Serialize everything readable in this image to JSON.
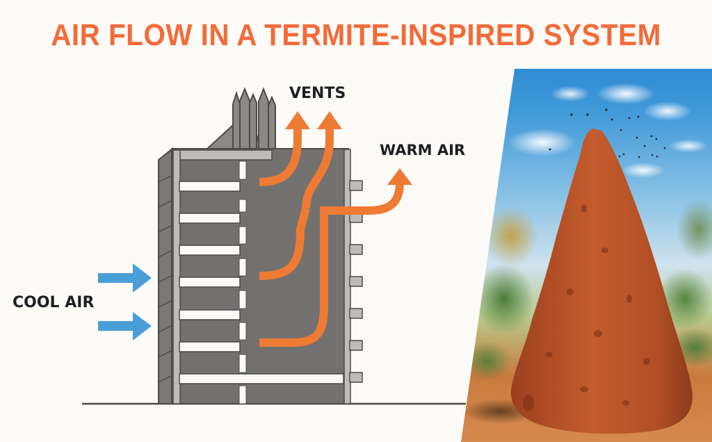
{
  "title": "AIR FLOW IN A TERMITE-INSPIRED SYSTEM",
  "labels": {
    "vents": "VENTS",
    "warm_air": "WARM AIR",
    "cool_air": "COOL AIR"
  },
  "colors": {
    "title": "#f26b3a",
    "warm_arrow": "#ef7a34",
    "cool_arrow": "#4a9ed8",
    "building_dark": "#737170",
    "building_light": "#bdbcba",
    "outline": "#4c4b4a",
    "floor_slab": "#fdfbf7",
    "label_text": "#1e1f22",
    "background": "#fdfbf7",
    "mound": "#b8532a"
  },
  "diagram": {
    "subject": "building-cross-section",
    "floors": 6,
    "cool_air_arrows": 2,
    "vent_arrows": 2,
    "warm_air_arrows": 1,
    "roof_chimneys": 5
  },
  "photo": {
    "subject": "termite-mound",
    "description": "Tall red-earth termite mound under blue sky with clouds, trees and flying insects"
  }
}
